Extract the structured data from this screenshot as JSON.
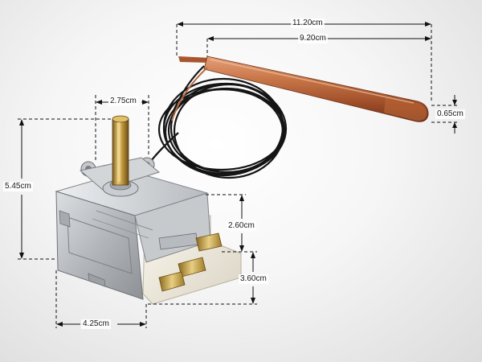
{
  "dimensions": {
    "probe_total_length": "11.20cm",
    "probe_tube_length": "9.20cm",
    "probe_diameter": "0.65cm",
    "shaft_offset": "2.75cm",
    "body_height": "5.45cm",
    "terminal_upper": "2.60cm",
    "terminal_lower": "3.60cm",
    "body_width": "4.25cm"
  },
  "colors": {
    "copper": "#b8663d",
    "brass": "#c8a04a",
    "steel": "#b9bcc0",
    "ceramic": "#f1ede2",
    "capillary": "#151515",
    "dim_line": "#111111"
  }
}
